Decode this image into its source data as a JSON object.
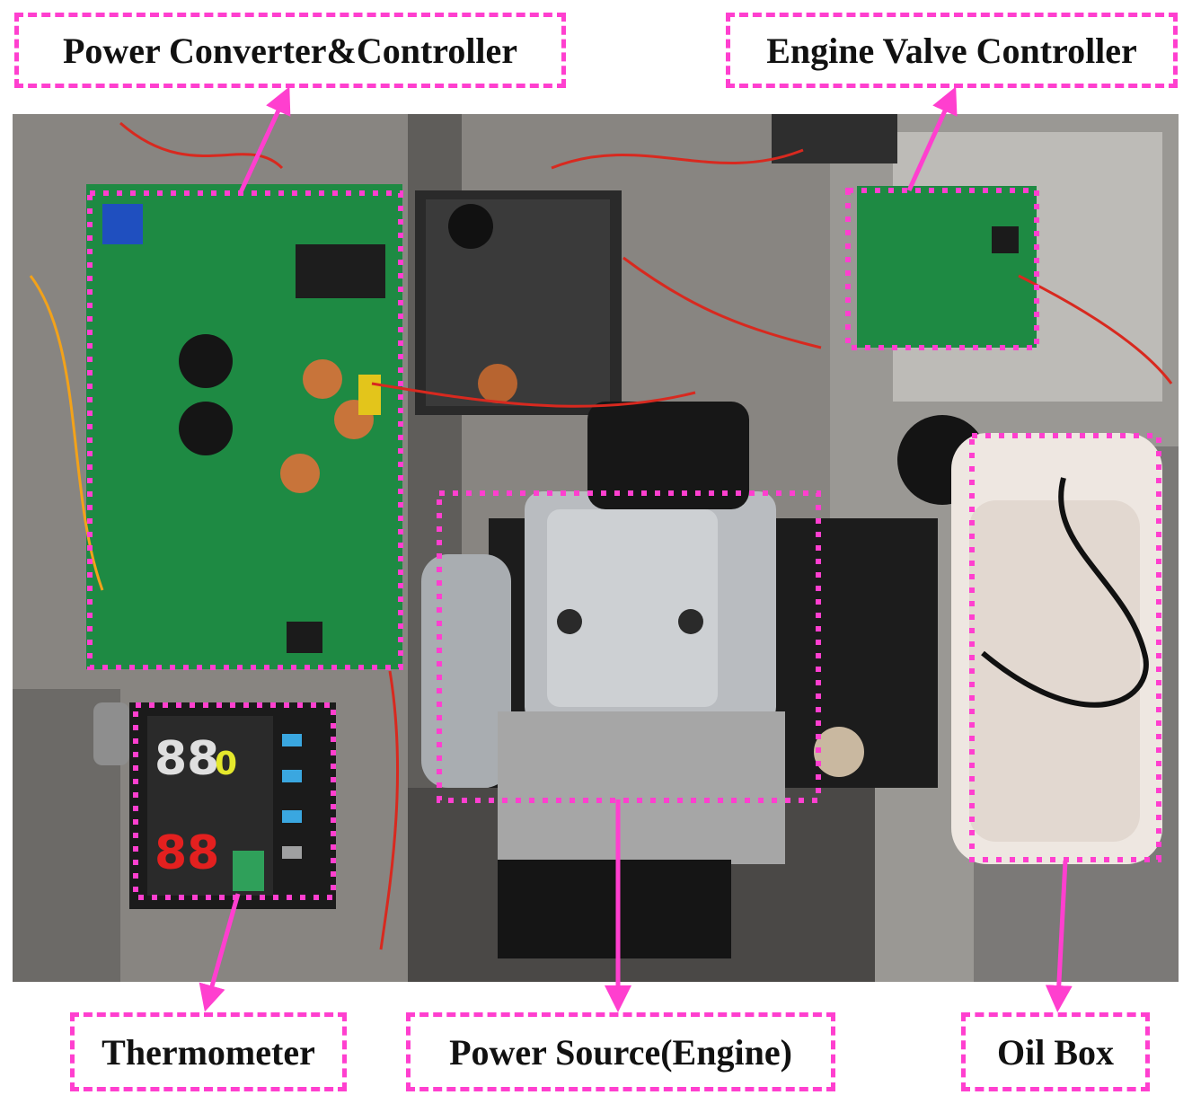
{
  "labels": {
    "power_converter": "Power Converter&Controller",
    "engine_valve": "Engine Valve Controller",
    "thermometer": "Thermometer",
    "power_source": "Power Source(Engine)",
    "oil_box": "Oil Box"
  },
  "colors": {
    "annotation": "#ff3fcf",
    "pcb_green": "#1e8a43",
    "workbench": "#8c8a86",
    "engine_silver": "#b9bcc0",
    "oil_box_white": "#eee7e1"
  },
  "icon_names": [
    "arrow-icon"
  ]
}
